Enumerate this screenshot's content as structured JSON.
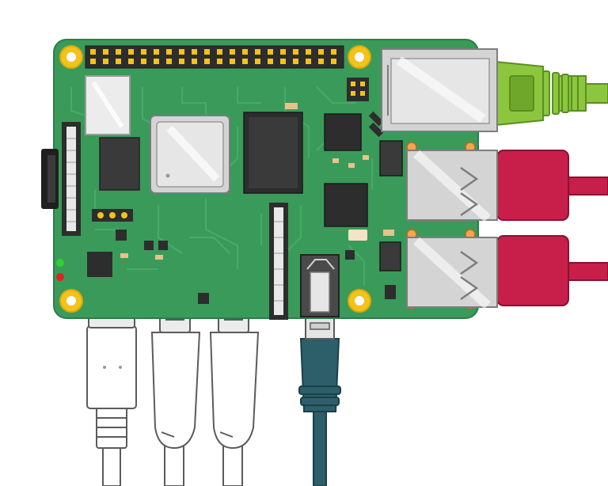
{
  "board": {
    "pcb_color": "#3a9a5a",
    "pcb_edge_color": "#2c7d48",
    "trace_color": "#4fb06d",
    "hole_color": "#f3c21b",
    "gpio_pin_count": 40,
    "gpio_label": "",
    "silkscreen_text": ""
  },
  "cables": {
    "ethernet": {
      "color": "#8cc63f",
      "name": "ethernet-cable"
    },
    "usb_upper": {
      "color": "#c71f4a",
      "name": "usb-cable"
    },
    "usb_lower": {
      "color": "#c71f4a",
      "name": "usb-cable"
    },
    "mini_hdmi": {
      "color": "#ffffff",
      "name": "mini-hdmi-cable"
    },
    "micro_usb_1": {
      "color": "#ffffff",
      "name": "micro-usb-cable"
    },
    "micro_usb_2": {
      "color": "#ffffff",
      "name": "micro-usb-cable"
    },
    "audio": {
      "color": "#2c5f6a",
      "name": "audio-cable"
    }
  },
  "leds": {
    "power": "#e52020",
    "activity": "#2fd12f"
  }
}
